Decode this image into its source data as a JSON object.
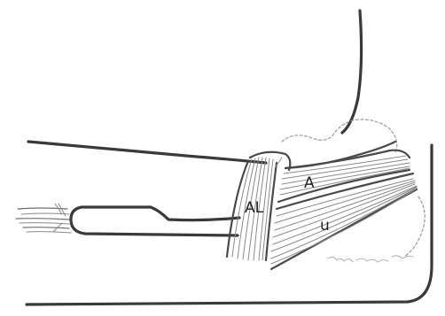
{
  "labels": {
    "annular_ligament": "AL",
    "a": "A",
    "u": "u"
  },
  "colors": {
    "ink": "#3a3a3a",
    "fiber": "#8a8a8a",
    "background": "#ffffff"
  }
}
